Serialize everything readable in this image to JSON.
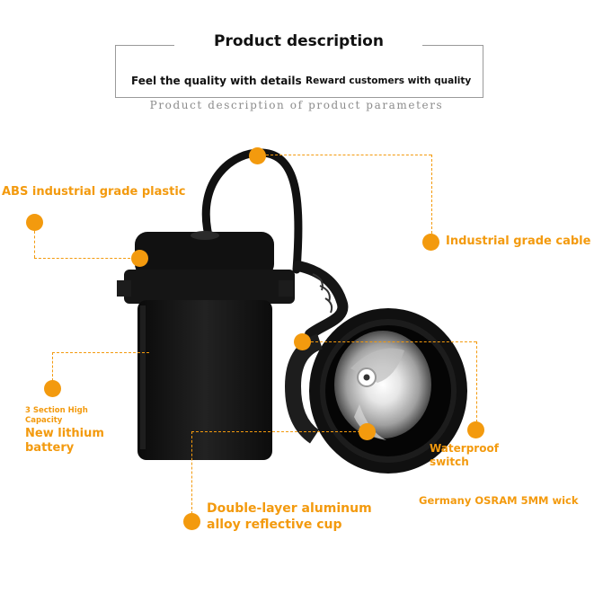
{
  "header": {
    "title": "Product description",
    "tagline_left": "Feel the quality with details",
    "tagline_right": "Reward customers with quality",
    "subtitle": "Product description of product parameters"
  },
  "labels": {
    "abs_plastic": "ABS industrial grade plastic",
    "industrial_cable": "Industrial grade cable",
    "battery_small": "3 Section High Capacity",
    "battery_big": "New lithium battery",
    "waterproof_switch": "Waterproof switch",
    "osram_wick": "Germany OSRAM 5MM wick",
    "reflective_cup": "Double-layer aluminum alloy reflective cup"
  },
  "colors": {
    "accent": "#f39a0e",
    "title_text": "#111111",
    "subtitle_text": "#8c8c8c",
    "product_body": "#121212"
  },
  "icons": {
    "annotation_marker": "orange-dot-icon"
  }
}
